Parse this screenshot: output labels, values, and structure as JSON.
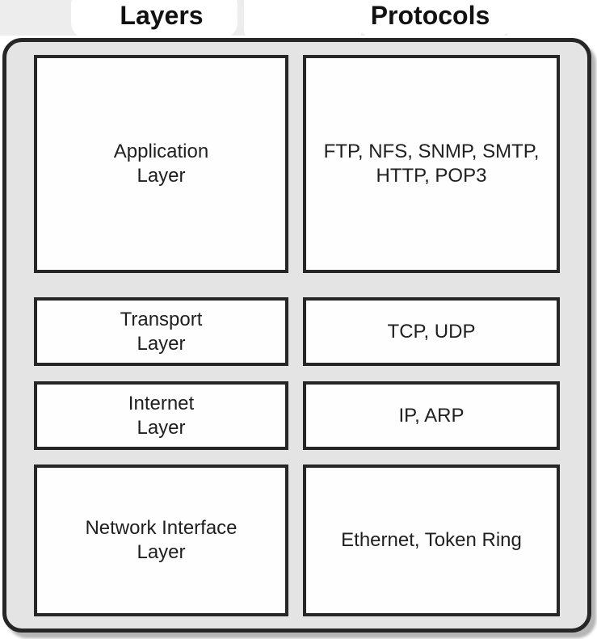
{
  "diagram": {
    "title_implied": "TCP/IP model layers and protocols",
    "headers": {
      "layers": "Layers",
      "protocols": "Protocols"
    },
    "rows": [
      {
        "layer": "Application\nLayer",
        "protocols": "FTP, NFS, SNMP, SMTP,\nHTTP, POP3"
      },
      {
        "layer": "Transport\nLayer",
        "protocols": "TCP, UDP"
      },
      {
        "layer": "Internet\nLayer",
        "protocols": "IP, ARP"
      },
      {
        "layer": "Network Interface\nLayer",
        "protocols": "Ethernet, Token Ring"
      }
    ],
    "colors": {
      "container_fill": "#e4e4e4",
      "border": "#262626",
      "box_fill": "#fefefe",
      "text": "#1f1f1f",
      "shadow": "#b6b6b6",
      "header_band": "#ededed"
    }
  }
}
